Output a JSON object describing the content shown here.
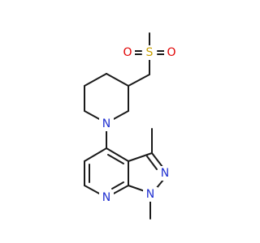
{
  "molecule": {
    "atoms": {
      "s": {
        "symbol": "S",
        "color": "#c8a000"
      },
      "o1": {
        "symbol": "O",
        "color": "#e00000"
      },
      "o2": {
        "symbol": "O",
        "color": "#e00000"
      },
      "n_pip": {
        "symbol": "N",
        "color": "#1f2fd0"
      },
      "n_pz2": {
        "symbol": "N",
        "color": "#1f2fd0"
      },
      "n_pz1": {
        "symbol": "N",
        "color": "#1f2fd0"
      },
      "n_py": {
        "symbol": "N",
        "color": "#1f2fd0"
      }
    },
    "bond_color": "#1a1a1a"
  }
}
